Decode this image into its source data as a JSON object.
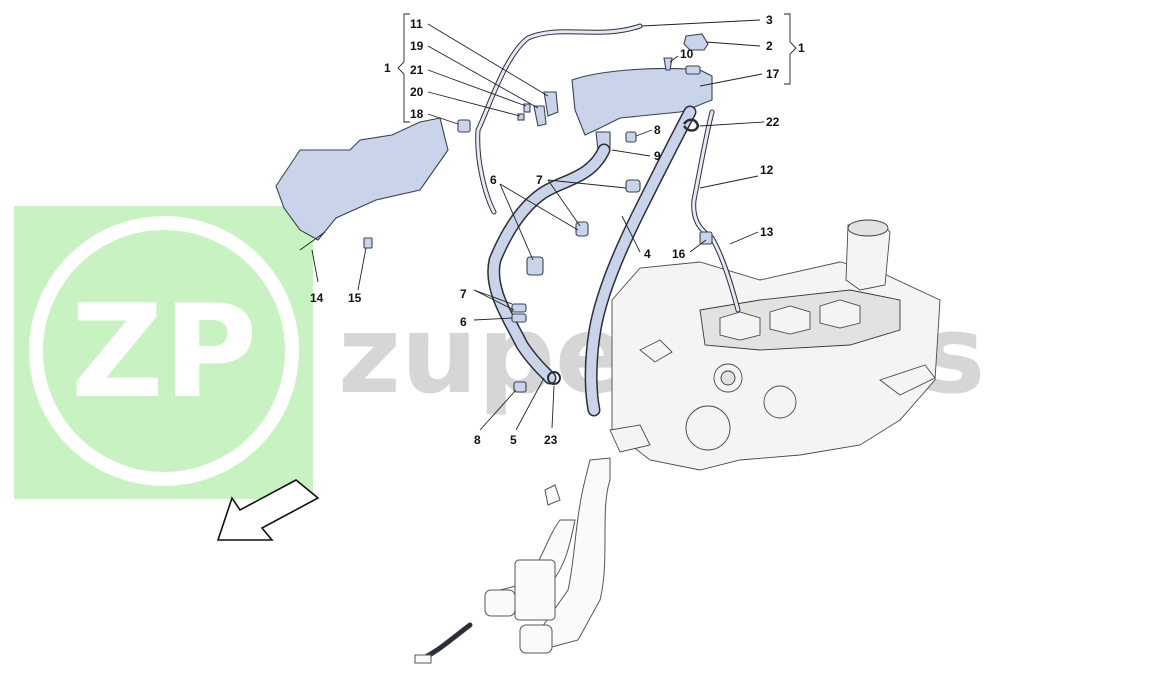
{
  "watermark": {
    "logo_text": "ZP",
    "brand_text": "zupe parts",
    "brand_color": "#bdbdbd",
    "logo_bg": "#c9f2c2"
  },
  "callouts": [
    "11",
    "19",
    "21",
    "20",
    "18",
    "1",
    "3",
    "2",
    "1",
    "10",
    "17",
    "22",
    "8",
    "9",
    "7",
    "6",
    "12",
    "13",
    "16",
    "4",
    "7",
    "6",
    "8",
    "5",
    "23",
    "14",
    "15"
  ]
}
